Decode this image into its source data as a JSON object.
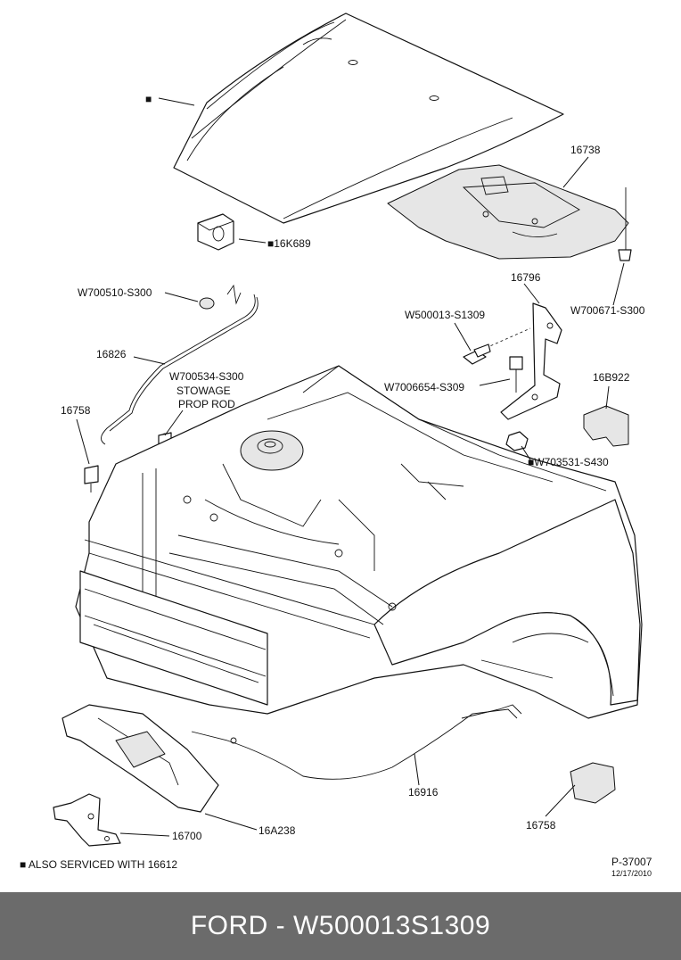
{
  "labels": {
    "hood_marker": "■",
    "l_16k689": "■16K689",
    "l_16738": "16738",
    "l_w700671": "W700671-S300",
    "l_w700510": "W700510-S300",
    "l_16796": "16796",
    "l_w500013": "W500013-S1309",
    "l_16826": "16826",
    "l_w700534": "W700534-S300",
    "l_stowage": "STOWAGE",
    "l_proprod": "PROP ROD",
    "l_w7006654": "W7006654-S309",
    "l_16b922": "16B922",
    "l_16758a": "16758",
    "l_w703531": "■W703531-S430",
    "l_16916": "16916",
    "l_16a238": "16A238",
    "l_16700": "16700",
    "l_16758b": "16758"
  },
  "notes": {
    "also_serviced": "■ ALSO SERVICED WITH 16612",
    "drawing_no": "P-37007",
    "drawing_date": "12/17/2010"
  },
  "footer": {
    "text": "FORD - W500013S1309",
    "background": "#6b6b6b"
  }
}
